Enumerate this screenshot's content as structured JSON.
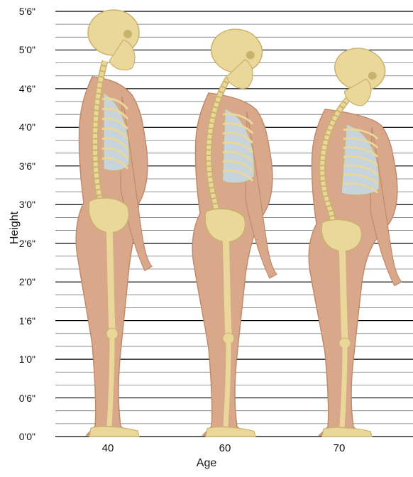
{
  "chart_data": {
    "type": "diagram",
    "ylabel": "Height",
    "xlabel": "Age",
    "y_ticks": [
      "5'6\"",
      "5'0\"",
      "4'6\"",
      "4'0\"",
      "3'6\"",
      "3'0\"",
      "2'6\"",
      "2'0\"",
      "1'6\"",
      "1'0\"",
      "0'6\"",
      "0'0\""
    ],
    "y_range_inches": [
      0,
      66
    ],
    "minor_gridline_step_inches": 2,
    "ages": [
      "40",
      "60",
      "70"
    ],
    "figures": [
      {
        "age": "40",
        "height_inches": 66
      },
      {
        "age": "60",
        "height_inches": 63
      },
      {
        "age": "70",
        "height_inches": 60
      }
    ]
  },
  "colors": {
    "skin": "#d9a88a",
    "skin_shadow": "#c08a6c",
    "bone": "#ead79a",
    "bone_shadow": "#c9b26b",
    "rib_bg": "#c8d4dc",
    "grid_major": "#000000",
    "grid_minor": "#777777"
  }
}
